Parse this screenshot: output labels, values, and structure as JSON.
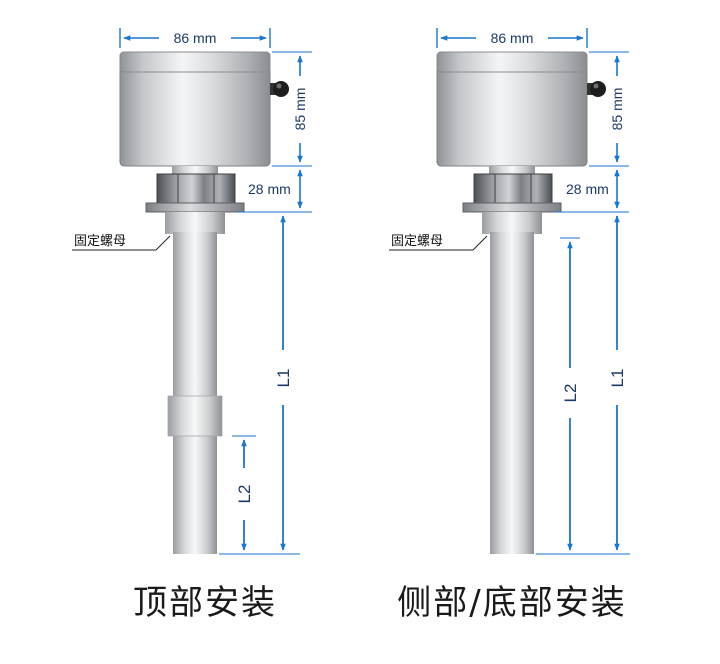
{
  "captions": {
    "top": "顶部安装",
    "side": "侧部/底部安装"
  },
  "labels": {
    "fixing_nut": "固定螺母"
  },
  "dimensions": {
    "width": "86 mm",
    "head_height": "85 mm",
    "nut_height": "28 mm",
    "l1": "L1",
    "l2": "L2"
  },
  "colors": {
    "dimension_line": "#1976d2",
    "dimension_text": "#1c3a66"
  }
}
